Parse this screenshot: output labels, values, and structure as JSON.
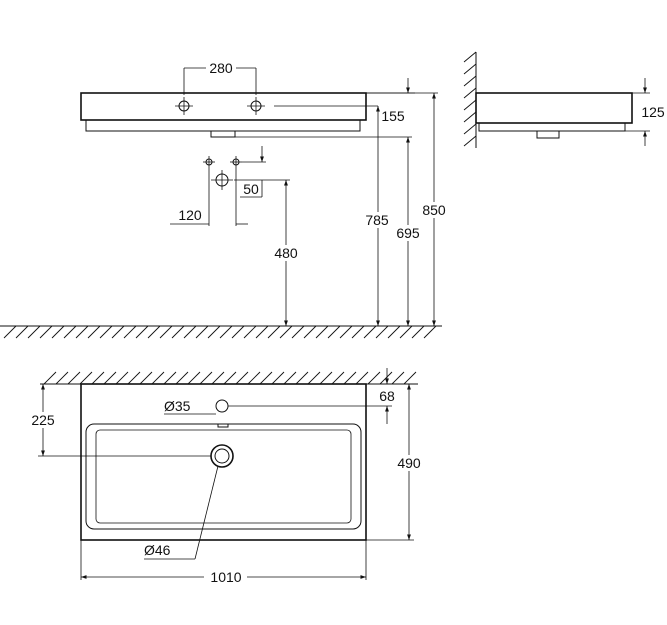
{
  "dimensions": {
    "tap_hole_spacing": "280",
    "top_to_tap_line": "155",
    "wall_view_height": "125",
    "overall_height": "850",
    "rim_to_floor": "785",
    "underside_to_floor": "695",
    "supply_drop": "50",
    "supply_spacing": "120",
    "supply_height": "480",
    "tap_hole_offset_from_wall": "68",
    "tap_hole_diameter": "Ø35",
    "drain_from_wall": "225",
    "depth": "490",
    "drain_diameter": "Ø46",
    "width": "1010"
  }
}
